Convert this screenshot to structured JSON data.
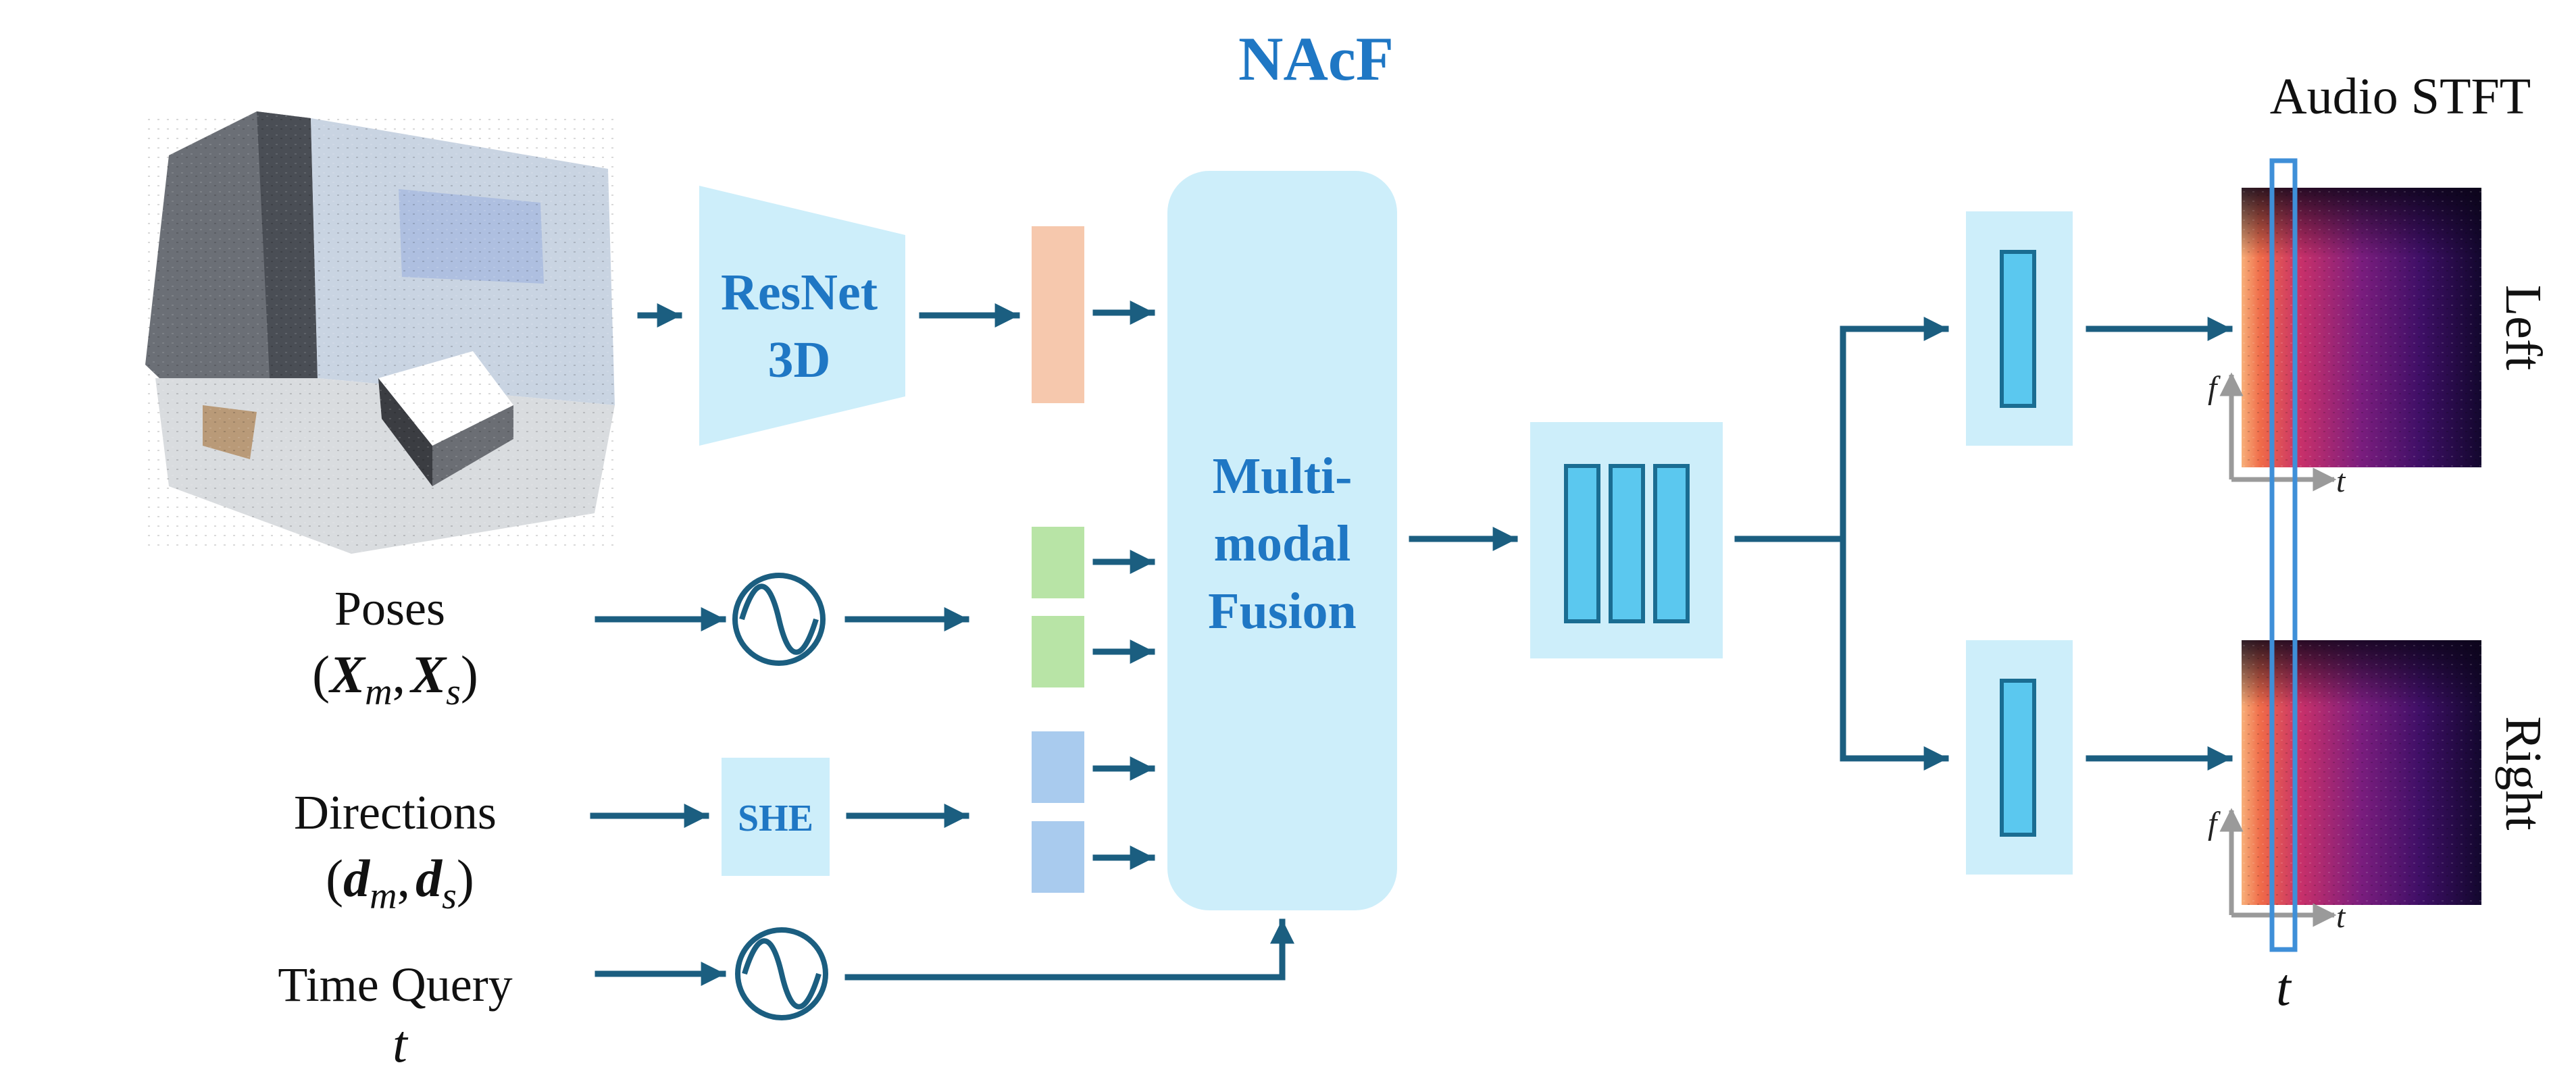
{
  "title": "NAcF",
  "modules": {
    "resnet": [
      "ResNet",
      "3D"
    ],
    "she": "SHE",
    "fusion": [
      "Multi-",
      "modal",
      "Fusion"
    ]
  },
  "inputs": {
    "poses": {
      "label": "Poses",
      "math": {
        "open": "(",
        "a_sym": "X",
        "a_sub": "m",
        "sep": ",",
        "b_sym": "X",
        "b_sub": "s",
        "close": ")"
      }
    },
    "directions": {
      "label": "Directions",
      "math": {
        "open": "(",
        "a_sym": "d",
        "a_sub": "m",
        "sep": ",",
        "b_sym": "d",
        "b_sub": "s",
        "close": ")"
      }
    },
    "time_query": {
      "label": "Time Query",
      "symbol": "t"
    }
  },
  "output": {
    "title": "Audio STFT",
    "channels": [
      "Left",
      "Right"
    ],
    "axis_f": "f",
    "axis_t": "t",
    "time_marker": "t"
  },
  "colors": {
    "arrow": "#1b5e80",
    "light_blue": "#cdeefa",
    "bar_blue": "#5bc8ef",
    "bar_border": "#1a6d92",
    "orange": "#f6c8ad",
    "green": "#b8e4a6",
    "blue_feat": "#a9cbee",
    "title_blue": "#1f77c4",
    "marker": "#3f8fd8"
  }
}
